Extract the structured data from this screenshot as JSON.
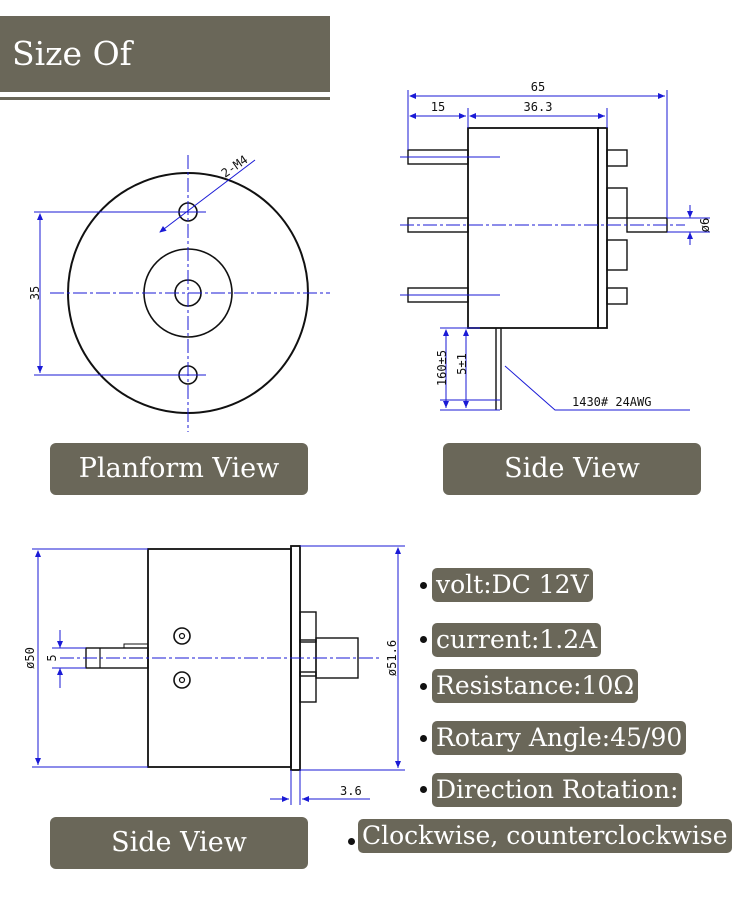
{
  "title": "Size Of Installation",
  "labels": {
    "planform": "Planform View",
    "side_top": "Side View",
    "side_bottom": "Side View"
  },
  "dimensions": {
    "hole": "2-M4",
    "dia35": "35",
    "len65": "65",
    "len15": "15",
    "len36": "36.3",
    "shaft6": "ø6",
    "lead160": "160±5",
    "lead5": "5±1",
    "wire": "1430# 24AWG",
    "dia50": "ø50",
    "dim5": "5",
    "dia516": "ø51.6",
    "dim36": "3.6"
  },
  "specs": [
    {
      "text": "volt:DC 12V"
    },
    {
      "text": "current:1.2A"
    },
    {
      "text": "Resistance:10Ω"
    },
    {
      "text": "Rotary Angle:45/90"
    },
    {
      "text": "Direction Rotation:"
    },
    {
      "text": "Clockwise, counterclockwise"
    }
  ],
  "colors": {
    "label_bg": "#6a6759",
    "line_black": "#111111",
    "dim_blue": "#1a1ad6"
  }
}
